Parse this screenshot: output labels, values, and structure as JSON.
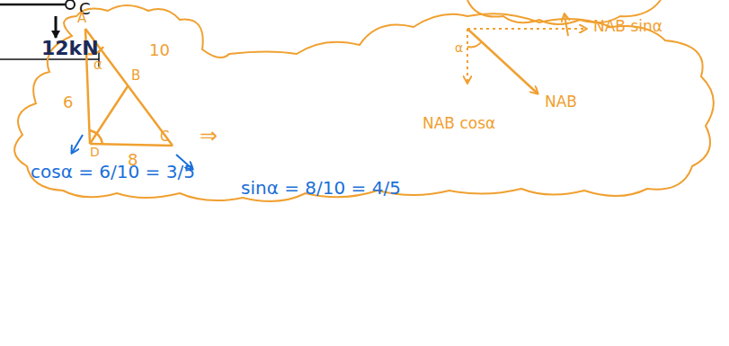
{
  "diagram": {
    "labels": [
      "C",
      "12kN",
      "A",
      "B",
      "10",
      "6",
      "α",
      "D",
      "C",
      "8",
      "⇒",
      "NAB·sinα",
      "α",
      "NAB",
      "NAB cosα",
      "cosα = 6/10 = 3/5",
      "sinα = 8/10 = 4/5"
    ]
  }
}
